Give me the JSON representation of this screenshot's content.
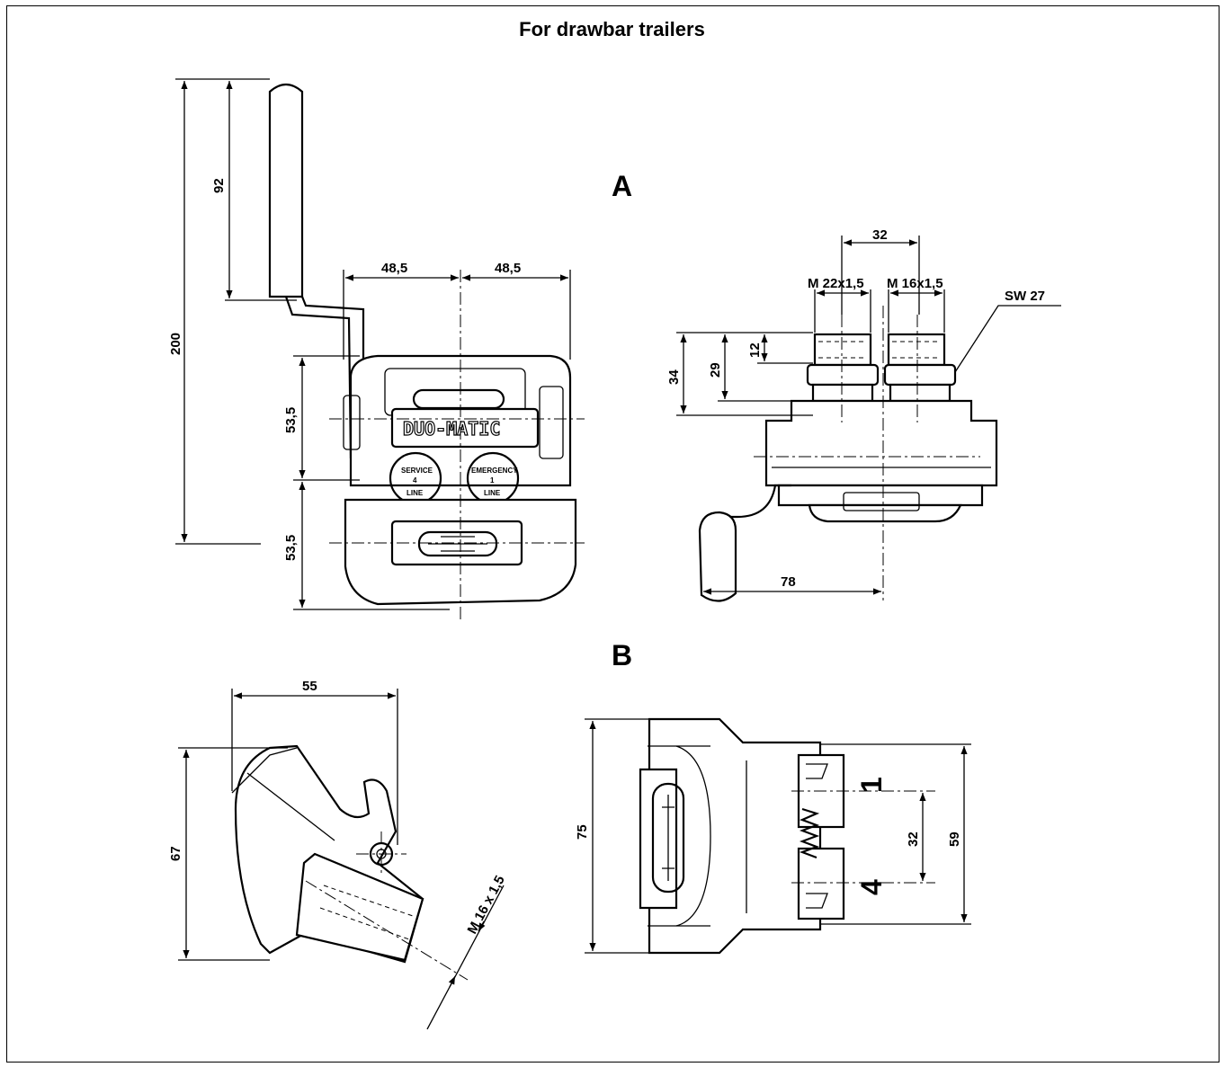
{
  "title": "For drawbar trailers",
  "views": {
    "a_label": "A",
    "b_label": "B"
  },
  "view_a_front": {
    "dim_total_height": "200",
    "dim_handle": "92",
    "dim_half_width_left": "48,5",
    "dim_half_width_right": "48,5",
    "dim_upper_height": "53,5",
    "dim_lower_height": "53,5",
    "brand": "DUO-MATIC",
    "service_label": "SERVICE",
    "service_number": "4",
    "emergency_label": "EMERGENCY",
    "emergency_number": "1",
    "line_label": "LINE"
  },
  "view_a_side": {
    "dim_spacing": "32",
    "thread_left": "M 22x1,5",
    "thread_right": "M 16x1,5",
    "wrench_size": "SW 27",
    "dim_34": "34",
    "dim_29": "29",
    "dim_12": "12",
    "dim_78": "78"
  },
  "view_b_left": {
    "dim_width": "55",
    "dim_height": "67",
    "thread": "M 16 x 1,5"
  },
  "view_b_right": {
    "dim_75": "75",
    "dim_59": "59",
    "dim_32": "32",
    "port_1": "1",
    "port_4": "4"
  }
}
